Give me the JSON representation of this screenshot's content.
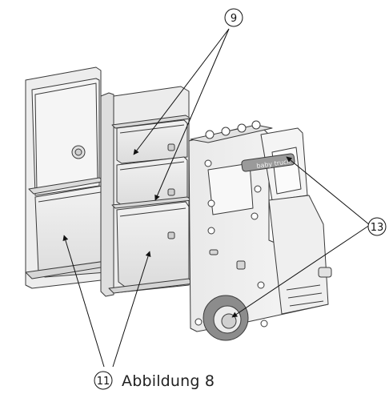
{
  "callouts": {
    "top": "9",
    "right": "13",
    "bottom": "11"
  },
  "caption": "Abbildung 8",
  "label_plate": "baby truck",
  "colors": {
    "outline": "#3a3a3a",
    "panel_light": "#f4f4f4",
    "panel_mid": "#e6e6e6",
    "panel_dark": "#cfcfcf",
    "plate": "#9a9a9a",
    "wheel": "#8c8c8c",
    "arrow": "#111111"
  }
}
